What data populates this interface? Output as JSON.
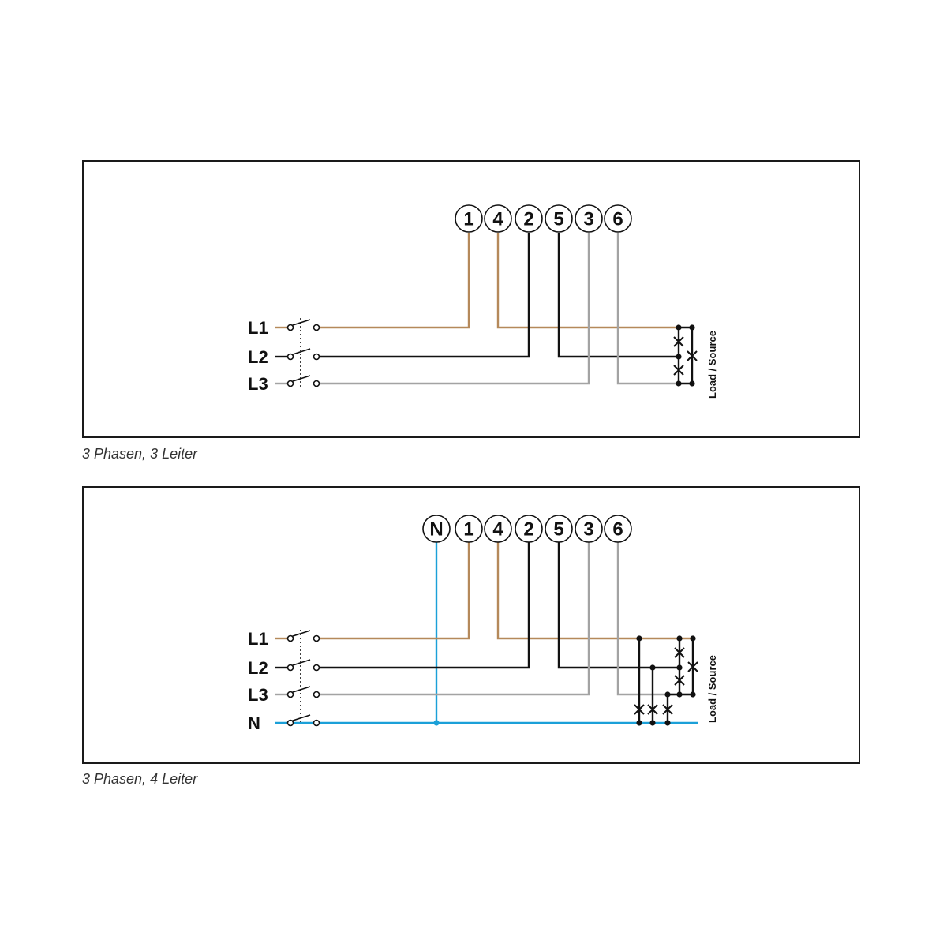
{
  "colors": {
    "l1": "#b5895a",
    "l2": "#111111",
    "l3": "#a3a3a3",
    "n": "#1ba0d8",
    "frame": "#1a1a1a"
  },
  "diagrams": [
    {
      "caption": "3 Phasen, 3 Leiter",
      "terminals": [
        "1",
        "4",
        "2",
        "5",
        "3",
        "6"
      ],
      "lines": [
        "L1",
        "L2",
        "L3"
      ],
      "load_label": "Load / Source"
    },
    {
      "caption": "3 Phasen, 4 Leiter",
      "terminals": [
        "N",
        "1",
        "4",
        "2",
        "5",
        "3",
        "6"
      ],
      "lines": [
        "L1",
        "L2",
        "L3",
        "N"
      ],
      "load_label": "Load / Source"
    }
  ]
}
